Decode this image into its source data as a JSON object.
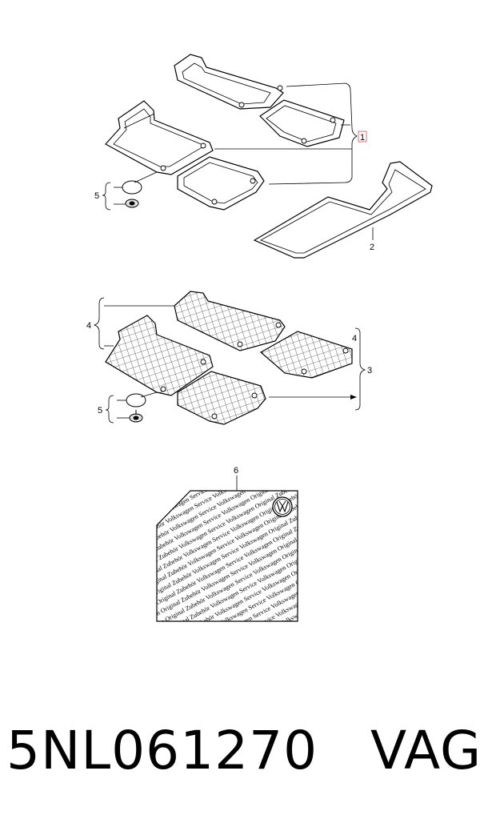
{
  "callouts": {
    "c1": "1",
    "c2": "2",
    "c3": "3",
    "c4a": "4",
    "c4b": "4",
    "c5a": "5",
    "c5b": "5",
    "c6": "6"
  },
  "label_card": {
    "text": "Volkswagen Original Zubehör Volkswagen Service Volkswagen Original Zubehör Volkswagen Service Volkswagen Original Zubehör Volkswagen Service Volkswagen Original Zubehör",
    "logo": "vw-logo"
  },
  "footer": {
    "part_number": "5NL061270",
    "brand": "VAG"
  }
}
